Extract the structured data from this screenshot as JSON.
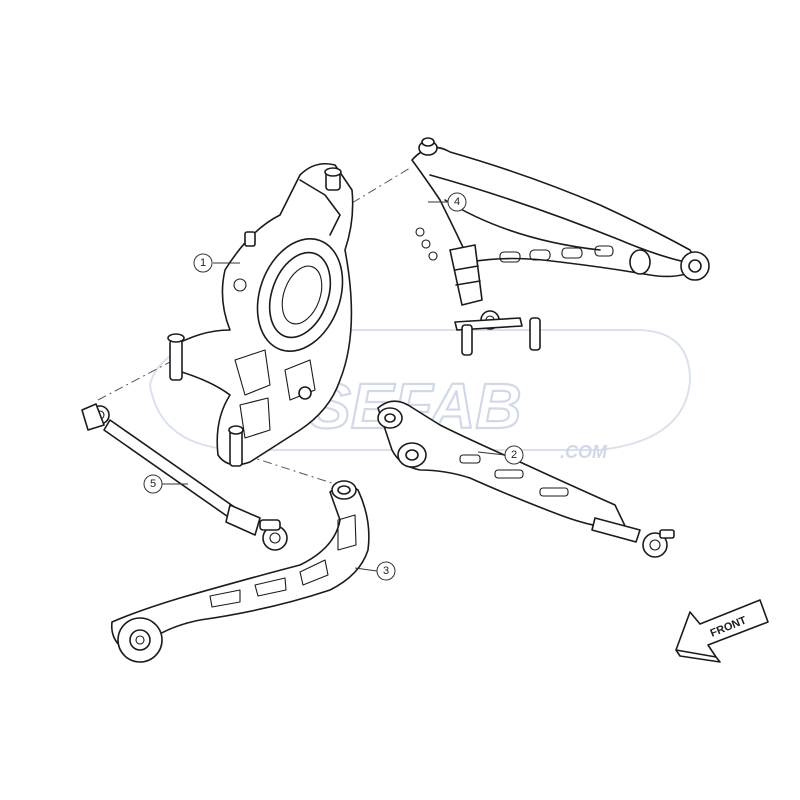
{
  "watermark": {
    "brand": "WISEFAB",
    "domain": ".COM"
  },
  "direction_arrow": {
    "label": "FRONT"
  },
  "callouts": [
    {
      "number": "1",
      "part": "upright"
    },
    {
      "number": "2",
      "part": "lower-control-arm"
    },
    {
      "number": "3",
      "part": "trailing-lower-arm"
    },
    {
      "number": "4",
      "part": "upper-control-arm"
    },
    {
      "number": "5",
      "part": "toe-link"
    }
  ],
  "colors": {
    "line": "#1b1b1b",
    "watermark": "#c9d3e6",
    "background": "#ffffff"
  }
}
